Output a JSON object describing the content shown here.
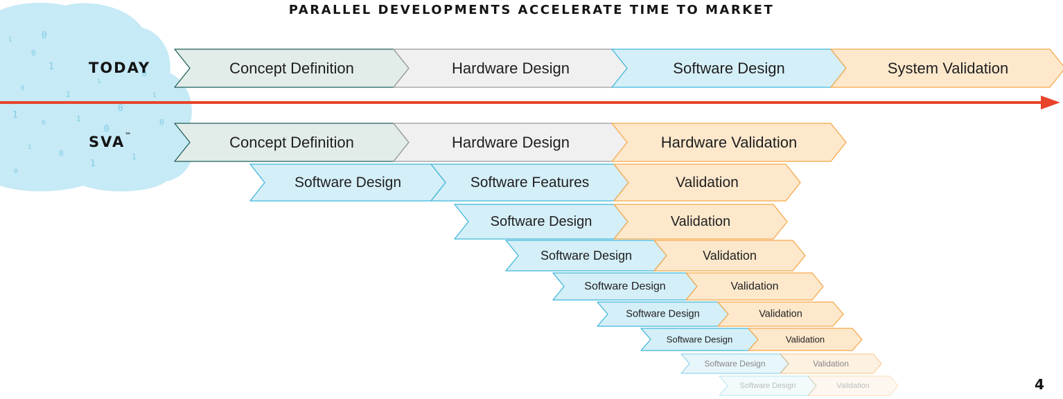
{
  "title": "PARALLEL DEVELOPMENTS ACCELERATE TIME TO MARKET",
  "page_number": "4",
  "colors": {
    "concept_border": "#1f5e59",
    "concept_fill": "#e2ece9",
    "hardware_border": "#9a9a9a",
    "hardware_fill": "#f0f0f0",
    "software_border": "#3fb6d9",
    "software_fill": "#d5eff8",
    "validation_border": "#f5a748",
    "validation_fill": "#fde8cc",
    "timeline": "#e8442a",
    "cloud": "#c6eaf6",
    "cloud_digits": "#7fcbe6"
  },
  "rows": {
    "today": {
      "label": "TODAY",
      "phases": [
        {
          "label": "Concept Definition",
          "type": "concept"
        },
        {
          "label": "Hardware Design",
          "type": "hardware"
        },
        {
          "label": "Software Design",
          "type": "software"
        },
        {
          "label": "System Validation",
          "type": "validation"
        }
      ]
    },
    "sva": {
      "label": "SVA",
      "trademark": "™",
      "phases": [
        {
          "label": "Concept Definition",
          "type": "concept"
        },
        {
          "label": "Hardware Design",
          "type": "hardware"
        },
        {
          "label": "Hardware Validation",
          "type": "validation"
        }
      ]
    }
  },
  "parallel_tracks": [
    {
      "phases": [
        {
          "label": "Software Design",
          "type": "software"
        },
        {
          "label": "Software Features",
          "type": "software"
        },
        {
          "label": "Validation",
          "type": "validation"
        }
      ]
    },
    {
      "phases": [
        {
          "label": "Software Design",
          "type": "software"
        },
        {
          "label": "Validation",
          "type": "validation"
        }
      ]
    },
    {
      "phases": [
        {
          "label": "Software Design",
          "type": "software"
        },
        {
          "label": "Validation",
          "type": "validation"
        }
      ]
    },
    {
      "phases": [
        {
          "label": "Software Design",
          "type": "software"
        },
        {
          "label": "Validation",
          "type": "validation"
        }
      ]
    },
    {
      "phases": [
        {
          "label": "Software Design",
          "type": "software"
        },
        {
          "label": "Validation",
          "type": "validation"
        }
      ]
    },
    {
      "phases": [
        {
          "label": "Software Design",
          "type": "software"
        },
        {
          "label": "Validation",
          "type": "validation"
        }
      ]
    },
    {
      "phases": [
        {
          "label": "Software Design",
          "type": "software"
        },
        {
          "label": "Validation",
          "type": "validation"
        }
      ]
    },
    {
      "phases": [
        {
          "label": "Software Design",
          "type": "software"
        },
        {
          "label": "Validation",
          "type": "validation"
        }
      ]
    }
  ]
}
